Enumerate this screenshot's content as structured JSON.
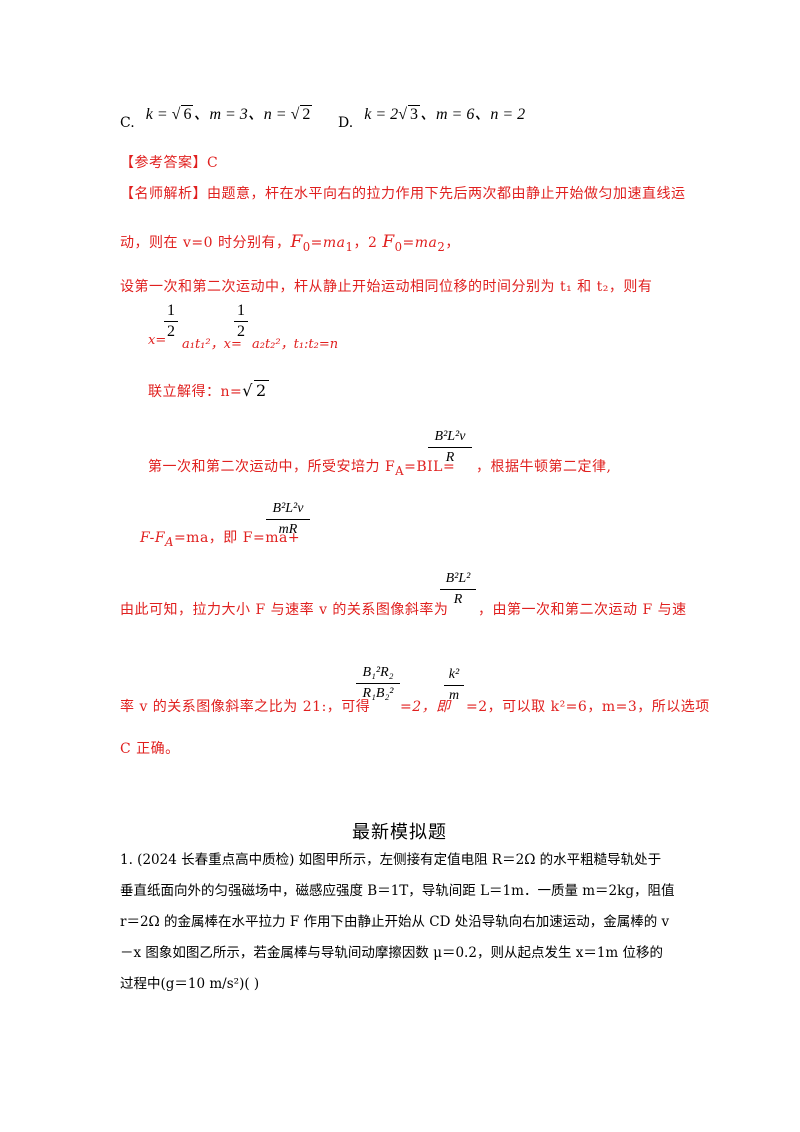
{
  "options": {
    "c_label": "C.",
    "c_expr": [
      "k = ",
      "6",
      "、m = 3、n = ",
      "2"
    ],
    "d_label": "D.",
    "d_expr": [
      "k = 2",
      "3",
      "、m = 6、n = 2"
    ]
  },
  "answer": {
    "label": "【参考答案】C"
  },
  "analysis": {
    "line1": "【名师解析】由题意，杆在水平向右的拉力作用下先后两次都由静止开始做匀加速直线运",
    "line2_pre": "动，则在 v=0 时分别有，",
    "line2_f1": "F",
    "line2_f1_sub": "0",
    "line2_f1_post": "=ma",
    "line2_f1_post_sub": "1",
    "line2_mid": "，2 ",
    "line2_f2": "F",
    "line2_f2_sub": "0",
    "line2_f2_post": "=ma",
    "line2_f2_post_sub": "2",
    "line2_end": "，",
    "line3": "设第一次和第二次运动中，杆从静止开始运动相同位移的时间分别为 t₁ 和 t₂，则有",
    "line4_num": "1",
    "line4_den": "2",
    "line4_a": "x=",
    "line4_b": "a₁t₁²，x=",
    "line4_c": "a₂t₂²，t₁:t₂=n",
    "line5_pre": "联立解得：n=",
    "line5_root": "2",
    "line6_pre": "第一次和第二次运动中，所受安培力 F",
    "line6_sub": "A",
    "line6_mid": "=BIL=",
    "line6_num": "B²L²v",
    "line6_den": "R",
    "line6_post": "，根据牛顿第二定律,",
    "line7_pre": "F-F",
    "line7_sub": "A",
    "line7_mid": "=ma，即 F=ma+",
    "line7_num": "B²L²v",
    "line7_den": "mR",
    "line8_pre": "由此可知，拉力大小 F 与速率 v 的关系图像斜率为",
    "line8_num": "B²L²",
    "line8_den": "R",
    "line8_post": "，由第一次和第二次运动 F 与速",
    "line9_pre": "率 v 的关系图像斜率之比为 21:，可得",
    "line9_num": "B₁²R₂",
    "line9_den": "R₁B₂²",
    "line9_mid": "=2，即",
    "line9_num2": "k²",
    "line9_den2": "m",
    "line9_post": "=2，可以取 k²=6，m=3，所以选项",
    "line10": "C 正确。"
  },
  "section": {
    "title": "最新模拟题"
  },
  "question": {
    "line1": "1. (2024 长春重点高中质检)  如图甲所示，左侧接有定值电阻 R＝2Ω 的水平粗糙导轨处于",
    "line2": "垂直纸面向外的匀强磁场中，磁感应强度 B＝1T，导轨间距 L＝1m．一质量 m＝2kg，阻值",
    "line3": "r＝2Ω 的金属棒在水平拉力 F 作用下由静止开始从 CD 处沿导轨向右加速运动，金属棒的 v",
    "line4": "－x 图象如图乙所示，若金属棒与导轨间动摩擦因数 μ＝0.2，则从起点发生 x＝1m 位移的",
    "line5": "过程中(g＝10 m/s²)(        )"
  }
}
